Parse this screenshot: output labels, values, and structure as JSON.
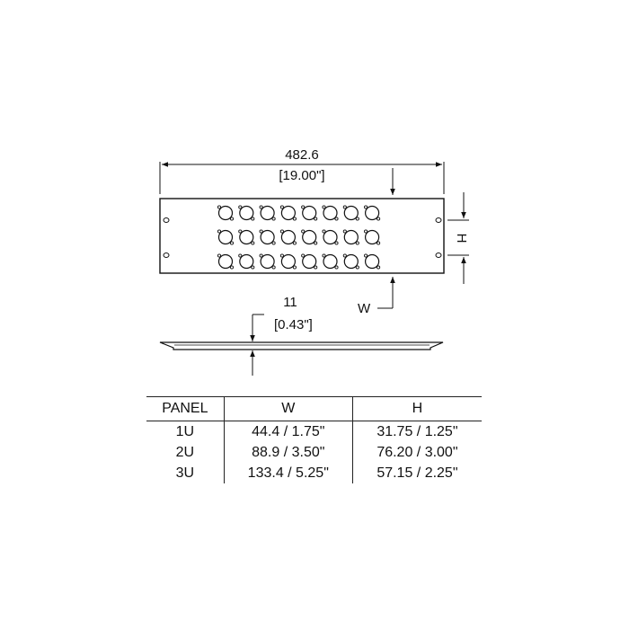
{
  "drawing": {
    "width_mm": "482.6",
    "width_in": "[19.00\"]",
    "depth_mm": "11",
    "depth_in": "[0.43\"]",
    "label_w": "W",
    "label_h": "H",
    "connector_rows": 3,
    "connectors_per_row": 8
  },
  "table": {
    "headers": [
      "PANEL",
      "W",
      "H"
    ],
    "rows": [
      [
        "1U",
        "44.4 / 1.75\"",
        "31.75 / 1.25\""
      ],
      [
        "2U",
        "88.9 / 3.50\"",
        "76.20 / 3.00\""
      ],
      [
        "3U",
        "133.4 / 5.25\"",
        "57.15 / 2.25\""
      ]
    ]
  }
}
